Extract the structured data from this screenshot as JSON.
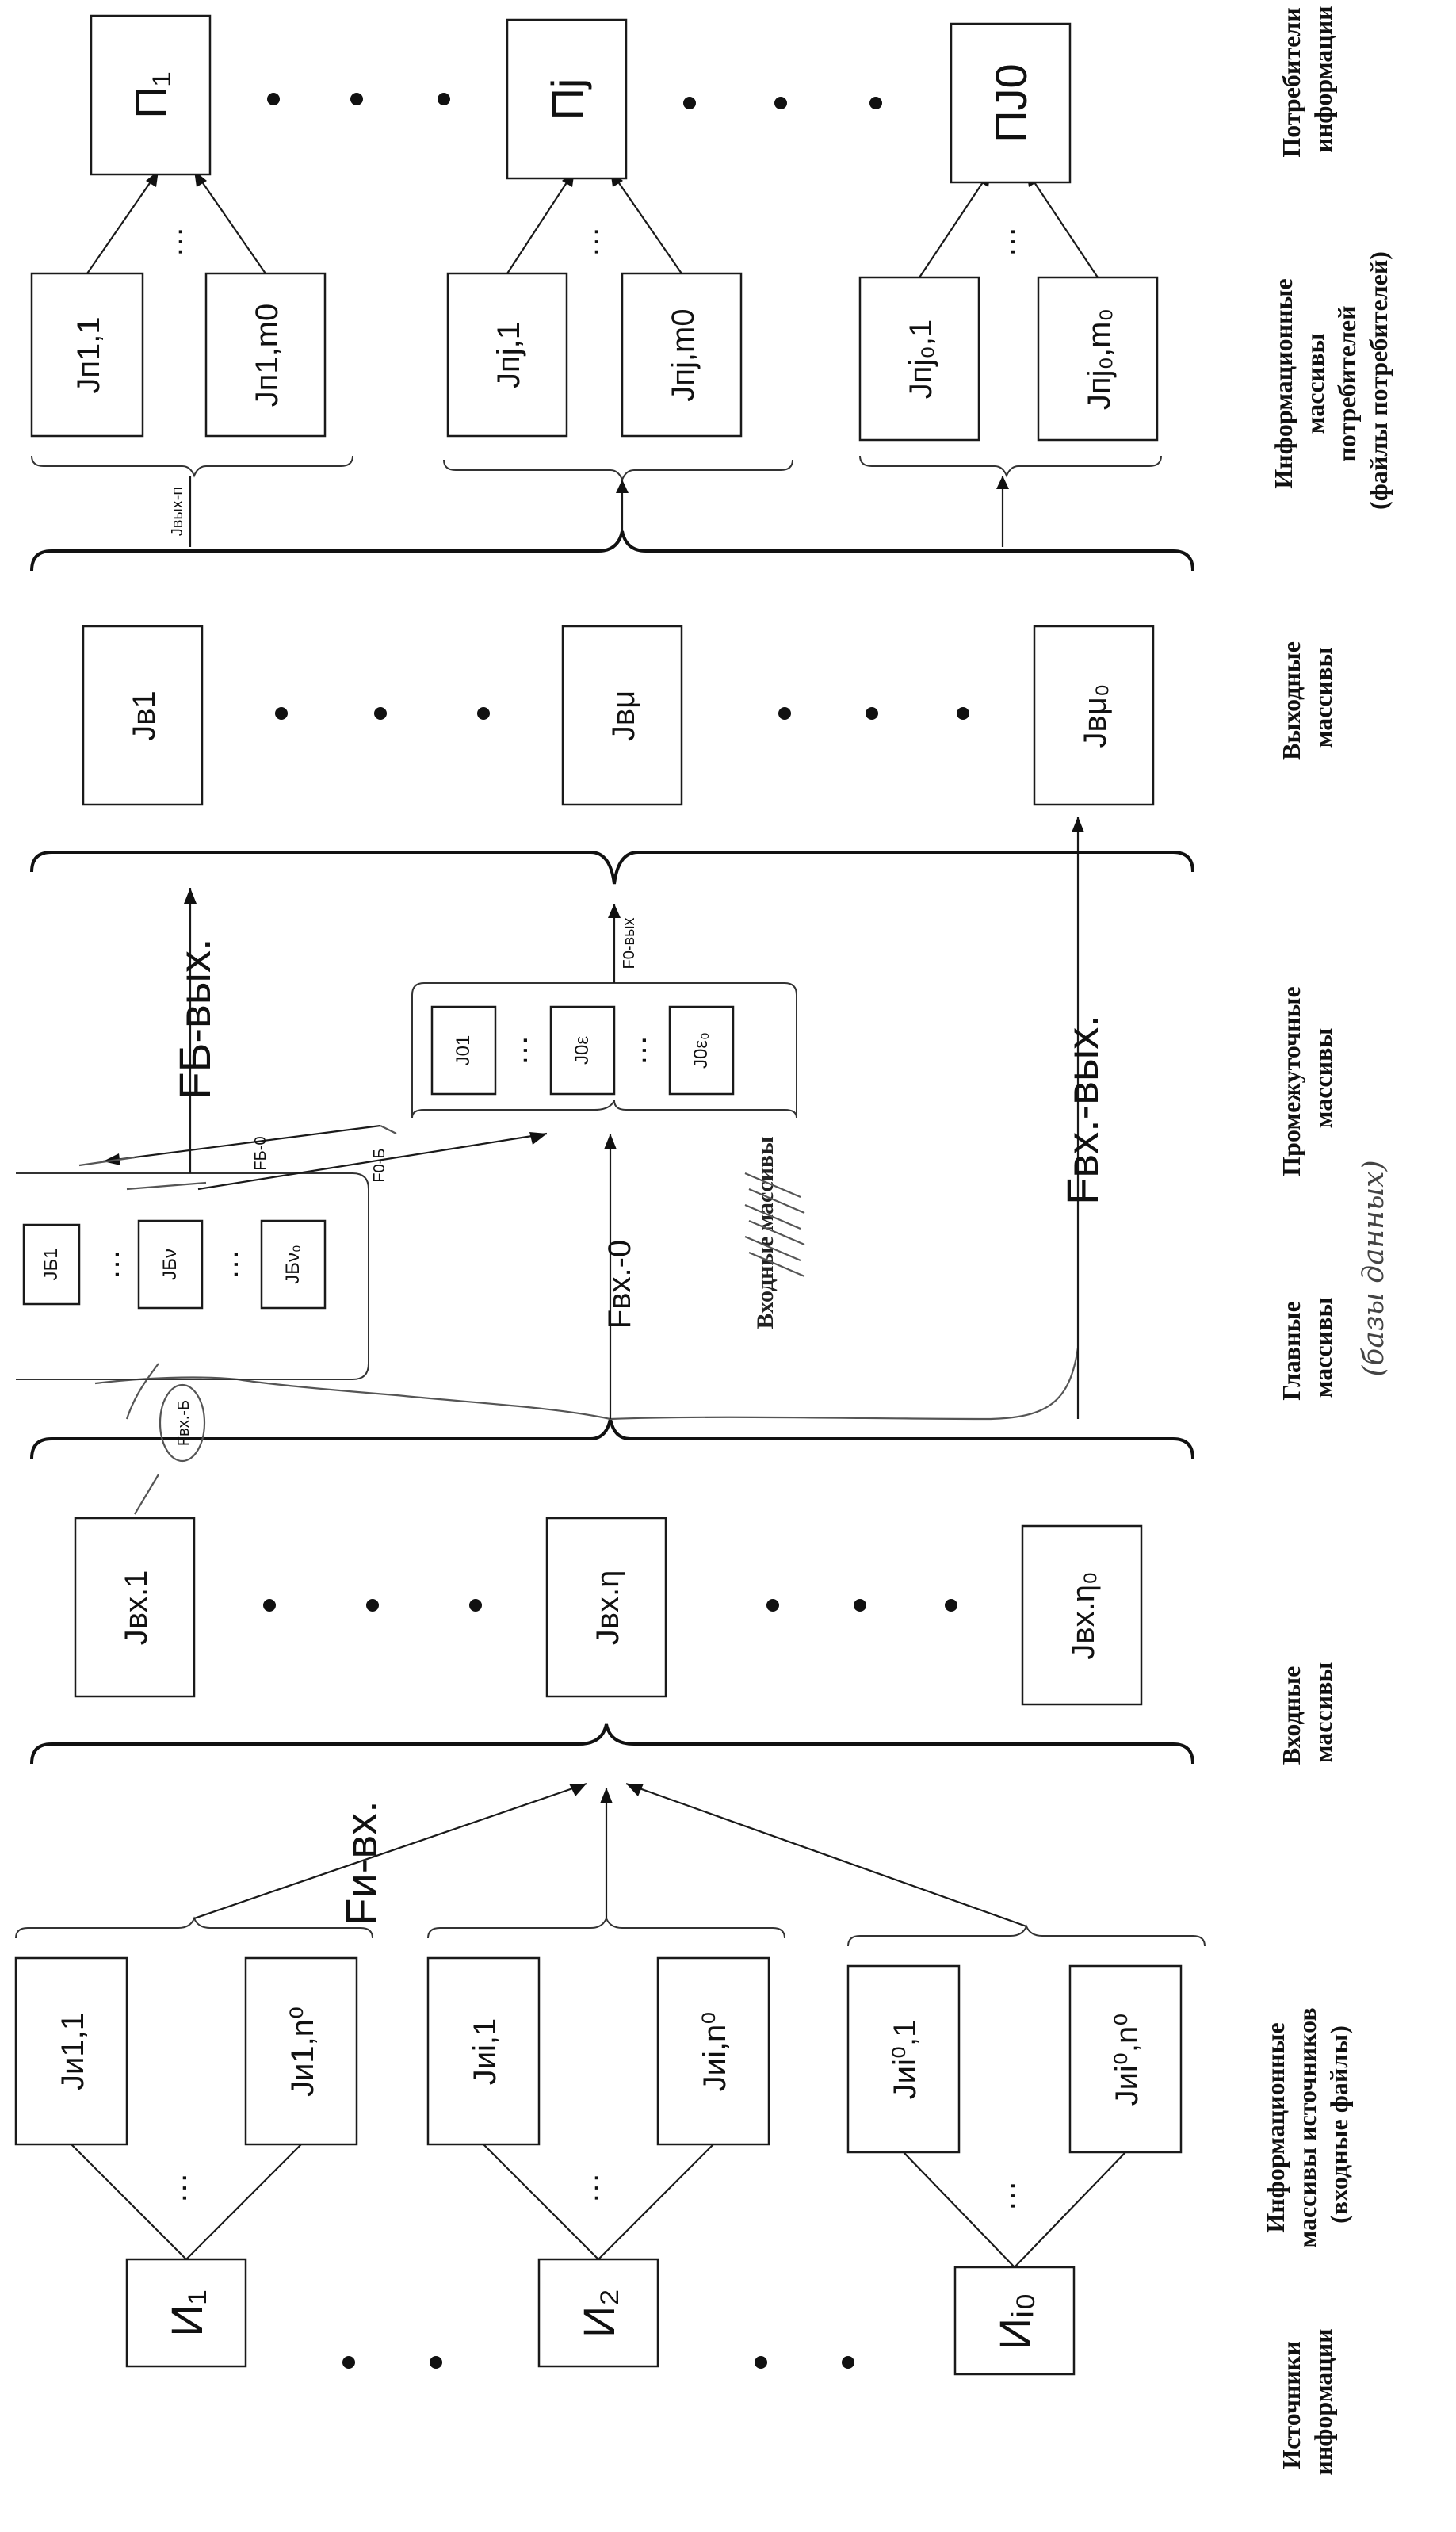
{
  "captions": {
    "sources": [
      "Источники",
      "информации"
    ],
    "source_arrays": [
      "Информационные",
      "массивы источников",
      "(входные файлы)"
    ],
    "input_arrays": [
      "Входные",
      "массивы"
    ],
    "main_arrays": [
      "Главные",
      "массивы"
    ],
    "main_arrays_note": "(базы данных)",
    "intermediate_arrays": [
      "Промежуточные",
      "массивы"
    ],
    "output_arrays": [
      "Выходные",
      "массивы"
    ],
    "consumer_arrays": [
      "Информационные",
      "массивы",
      "потребителей",
      "(файлы потребителей)"
    ],
    "consumers": [
      "Потребители",
      "информации"
    ]
  },
  "sources": {
    "s1": "И₁",
    "s2": "И₂",
    "s3": "Иᵢ₀"
  },
  "source_files": {
    "g1a": "Jи1,1",
    "g1b": "Jи1,n⁰",
    "g2a": "Jиi,1",
    "g2b": "Jиi,n⁰",
    "g3a": "Jиi⁰,1",
    "g3b": "Jиi⁰,n⁰"
  },
  "inputs": {
    "a": "Jвх.1",
    "b": "Jвх.η",
    "c": "Jвх.η₀"
  },
  "main": {
    "a": "JБ1",
    "b": "JБν",
    "c": "JБν₀"
  },
  "intermediate": {
    "a": "J01",
    "b": "J0ε",
    "c": "J0ε₀"
  },
  "outputs": {
    "a": "Jв1",
    "b": "Jвμ",
    "c": "Jвμ₀"
  },
  "consumer_files": {
    "g1a": "Jп1,1",
    "g1b": "Jп1,m0",
    "g2a": "Jпj,1",
    "g2b": "Jпj,m0",
    "g3a": "Jпj₀,1",
    "g3b": "Jпj₀,m₀"
  },
  "consumers": {
    "a": "П₁",
    "b": "Пj",
    "c": "ПJ0"
  },
  "flows": {
    "src_to_in": "Fи-вх.",
    "in_to_main": "Fвх.-Б",
    "in_to_inter": "Fвх.-0",
    "main_to_inter": "FБ-0",
    "inter_to_main": "F0-Б",
    "main_to_out": "FБ-вых.",
    "inter_to_out": "F0-вых",
    "in_to_out": "Fвх.-вых.",
    "out_to_consumer": "Jвых-п"
  },
  "ellipsis": "…",
  "annotation": "Входные массивы"
}
